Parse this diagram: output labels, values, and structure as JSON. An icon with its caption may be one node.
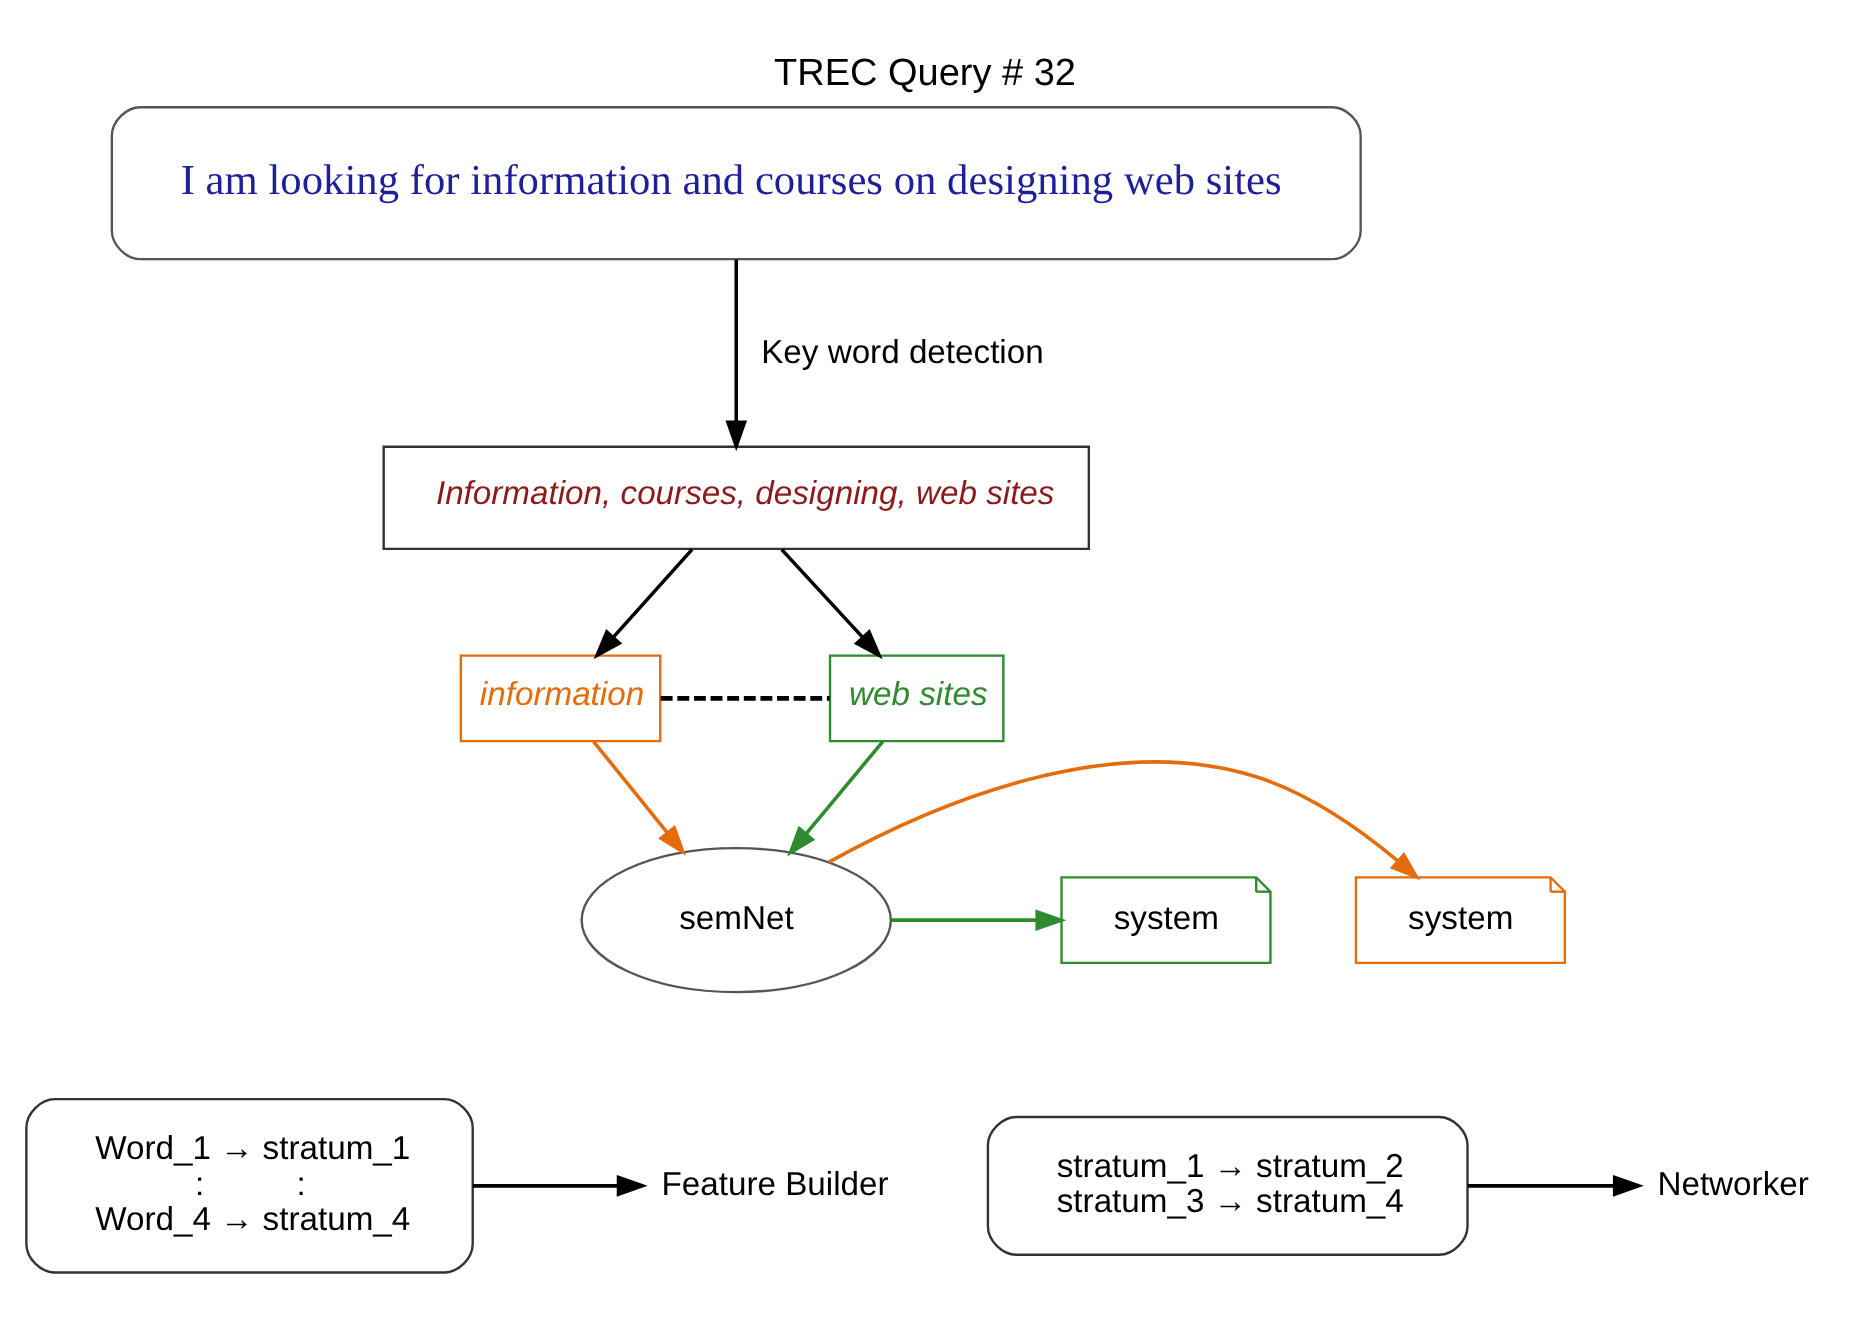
{
  "diagram": {
    "title": "TREC Query # 32",
    "nodes": [
      {
        "text": [
          "I am looking for information and courses on designing web sites"
        ]
      },
      {
        "text": [
          "Information, courses, designing, web sites"
        ]
      },
      {
        "text": [
          "information"
        ]
      },
      {
        "text": [
          "web sites"
        ]
      },
      {
        "text": [
          "semNet"
        ]
      },
      {
        "text": [
          "system"
        ]
      },
      {
        "text": [
          "system"
        ]
      },
      {
        "text": [
          "Word_1 → stratum_1",
          ":          :",
          "Word_4 → stratum_4"
        ]
      },
      {
        "text": [
          "stratum_1 → stratum_2",
          "stratum_3 → stratum_4"
        ]
      },
      {
        "text": [
          "Feature Builder"
        ]
      },
      {
        "text": [
          "Networker"
        ]
      }
    ],
    "edges": [
      {
        "from": 0,
        "to": 1,
        "arrow": "to",
        "label": "Key word detection"
      },
      {
        "from": 1,
        "to": 2,
        "arrow": "to"
      },
      {
        "from": 1,
        "to": 3,
        "arrow": "to"
      },
      {
        "from": 2,
        "to": 3,
        "arrow": "none",
        "style": "dashed"
      },
      {
        "from": 2,
        "to": 4,
        "arrow": "to",
        "color": "#e46c0a"
      },
      {
        "from": 4,
        "to": 5,
        "arrow": "to",
        "color": "#e46c0a"
      },
      {
        "from": 3,
        "to": 4,
        "arrow": "to",
        "color": "#2e8b2e"
      },
      {
        "from": 4,
        "to": 6,
        "arrow": "to",
        "color": "#2e8b2e"
      },
      {
        "from": 7,
        "to": 9,
        "arrow": "to"
      },
      {
        "from": 8,
        "to": 10,
        "arrow": "to"
      }
    ]
  }
}
